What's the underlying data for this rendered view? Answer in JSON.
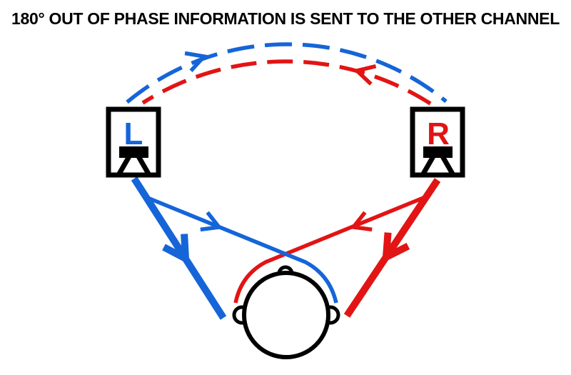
{
  "title": "180° OUT OF PHASE INFORMATION IS SENT TO THE OTHER CHANNEL",
  "colors": {
    "left_channel_blue": "#1565d8",
    "right_channel_red": "#e21414",
    "outline_black": "#000000",
    "background": "#ffffff"
  },
  "speakers": {
    "left": {
      "label": "L"
    },
    "right": {
      "label": "R"
    }
  },
  "listener": {
    "view": "head seen from above",
    "features": [
      "nose",
      "left-ear",
      "right-ear"
    ]
  },
  "signal_paths": [
    {
      "name": "blue-dashed-arc",
      "color": "blue",
      "style": "dashed arc",
      "direction": "left speaker to right speaker"
    },
    {
      "name": "red-dashed-arc",
      "color": "red",
      "style": "dashed arc",
      "direction": "right speaker to left speaker"
    },
    {
      "name": "blue-thick-direct-line",
      "color": "blue",
      "style": "thick solid",
      "direction": "left speaker toward listener left side"
    },
    {
      "name": "red-thick-direct-line",
      "color": "red",
      "style": "thick solid",
      "direction": "right speaker toward listener right side"
    },
    {
      "name": "blue-thin-crosstalk-line",
      "color": "blue",
      "style": "thin solid, curves around head right side"
    },
    {
      "name": "red-thin-crosstalk-line",
      "color": "red",
      "style": "thin solid, curves around head left side"
    }
  ]
}
